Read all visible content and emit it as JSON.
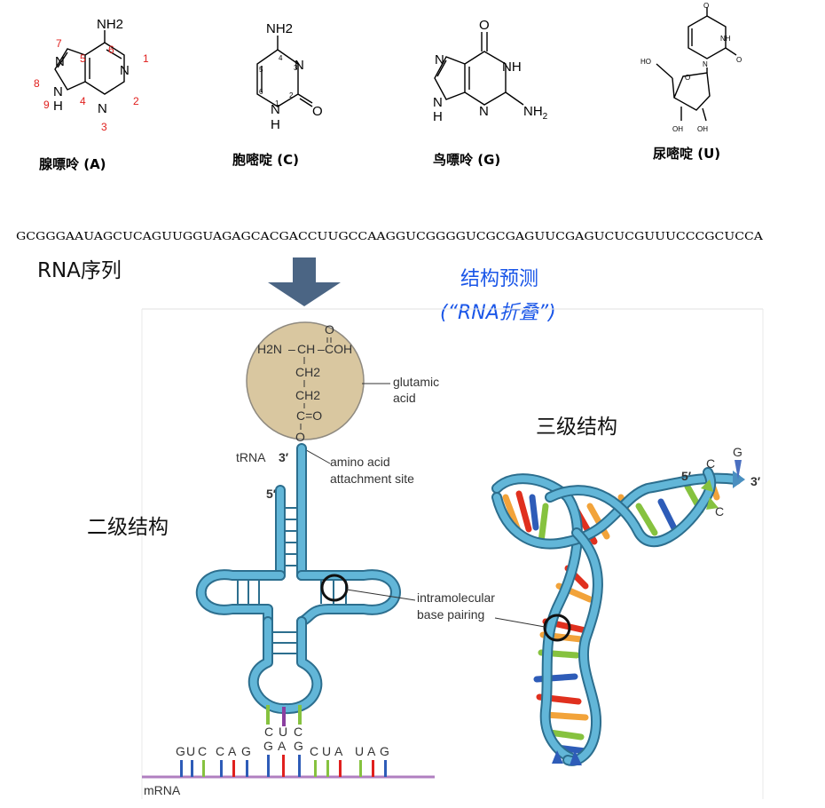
{
  "bases": [
    {
      "id": "A",
      "caption": "腺嘌呤 (A)",
      "amino": "NH2",
      "atoms": [
        "N",
        "N",
        "N",
        "N",
        "H"
      ],
      "ring_numbers": [
        "1",
        "2",
        "3",
        "4",
        "5",
        "6",
        "7",
        "8",
        "9"
      ]
    },
    {
      "id": "C",
      "caption": "胞嘧啶 (C)",
      "amino": "NH2",
      "atoms": [
        "N",
        "N",
        "O",
        "H"
      ],
      "ring_numbers": [
        "1",
        "2",
        "3",
        "4",
        "5",
        "6"
      ]
    },
    {
      "id": "G",
      "caption": "鸟嘌呤 (G)",
      "atoms": [
        "O",
        "NH",
        "N",
        "N",
        "N",
        "H",
        "NH2"
      ]
    },
    {
      "id": "U",
      "caption": "尿嘧啶 (U)",
      "atoms": [
        "O",
        "NH",
        "O",
        "N",
        "O",
        "HO",
        "OH",
        "OH"
      ]
    }
  ],
  "sequence": "GCGGGAAUAGCUCAGUUGGUAGAGCACGACCUUGCCAAGGUCGGGGUCGCGAGUUCGAGUCUCGUUUCCCGCUCCA",
  "sequence_label": "RNA序列",
  "prediction_label": "结构预测",
  "folding_label": "(“RNA折叠”)",
  "secondary_label": "二级结构",
  "tertiary_label": "三级结构",
  "trna_diagram": {
    "amino_acid": {
      "line1_left": "H2N",
      "line1_c": "CH",
      "line1_right": "COH",
      "o_top": "O",
      "ch2a": "CH2",
      "ch2b": "CH2",
      "ceo": "C=O",
      "o_bottom": "O"
    },
    "glutamic_label": [
      "glutamic",
      "acid"
    ],
    "trna_label": "tRNA",
    "three_prime": "3′",
    "five_prime": "5′",
    "attach_label": [
      "amino acid",
      "attachment site"
    ],
    "pairing_label": [
      "intramolecular",
      "base pairing"
    ],
    "mrna_label": "mRNA",
    "mrna_bases": [
      "G",
      "U",
      "C",
      "C",
      "A",
      "G",
      "G",
      "A",
      "G",
      "C",
      "U",
      "A",
      "U",
      "A",
      "G"
    ],
    "anticodon": [
      "C",
      "U",
      "C"
    ]
  },
  "tertiary_diagram": {
    "five_prime": "5′",
    "three_prime": "3′",
    "c1": "C",
    "c2": "C",
    "g": "G"
  },
  "colors": {
    "blue_text": "#1a56e8",
    "arrow": "#4b6584",
    "sphere": "#d9c7a0",
    "tube_dark": "#2c6e8e",
    "tube_light": "#62b6d8",
    "red": "#e0201e",
    "mrna": "#b07fc0"
  }
}
